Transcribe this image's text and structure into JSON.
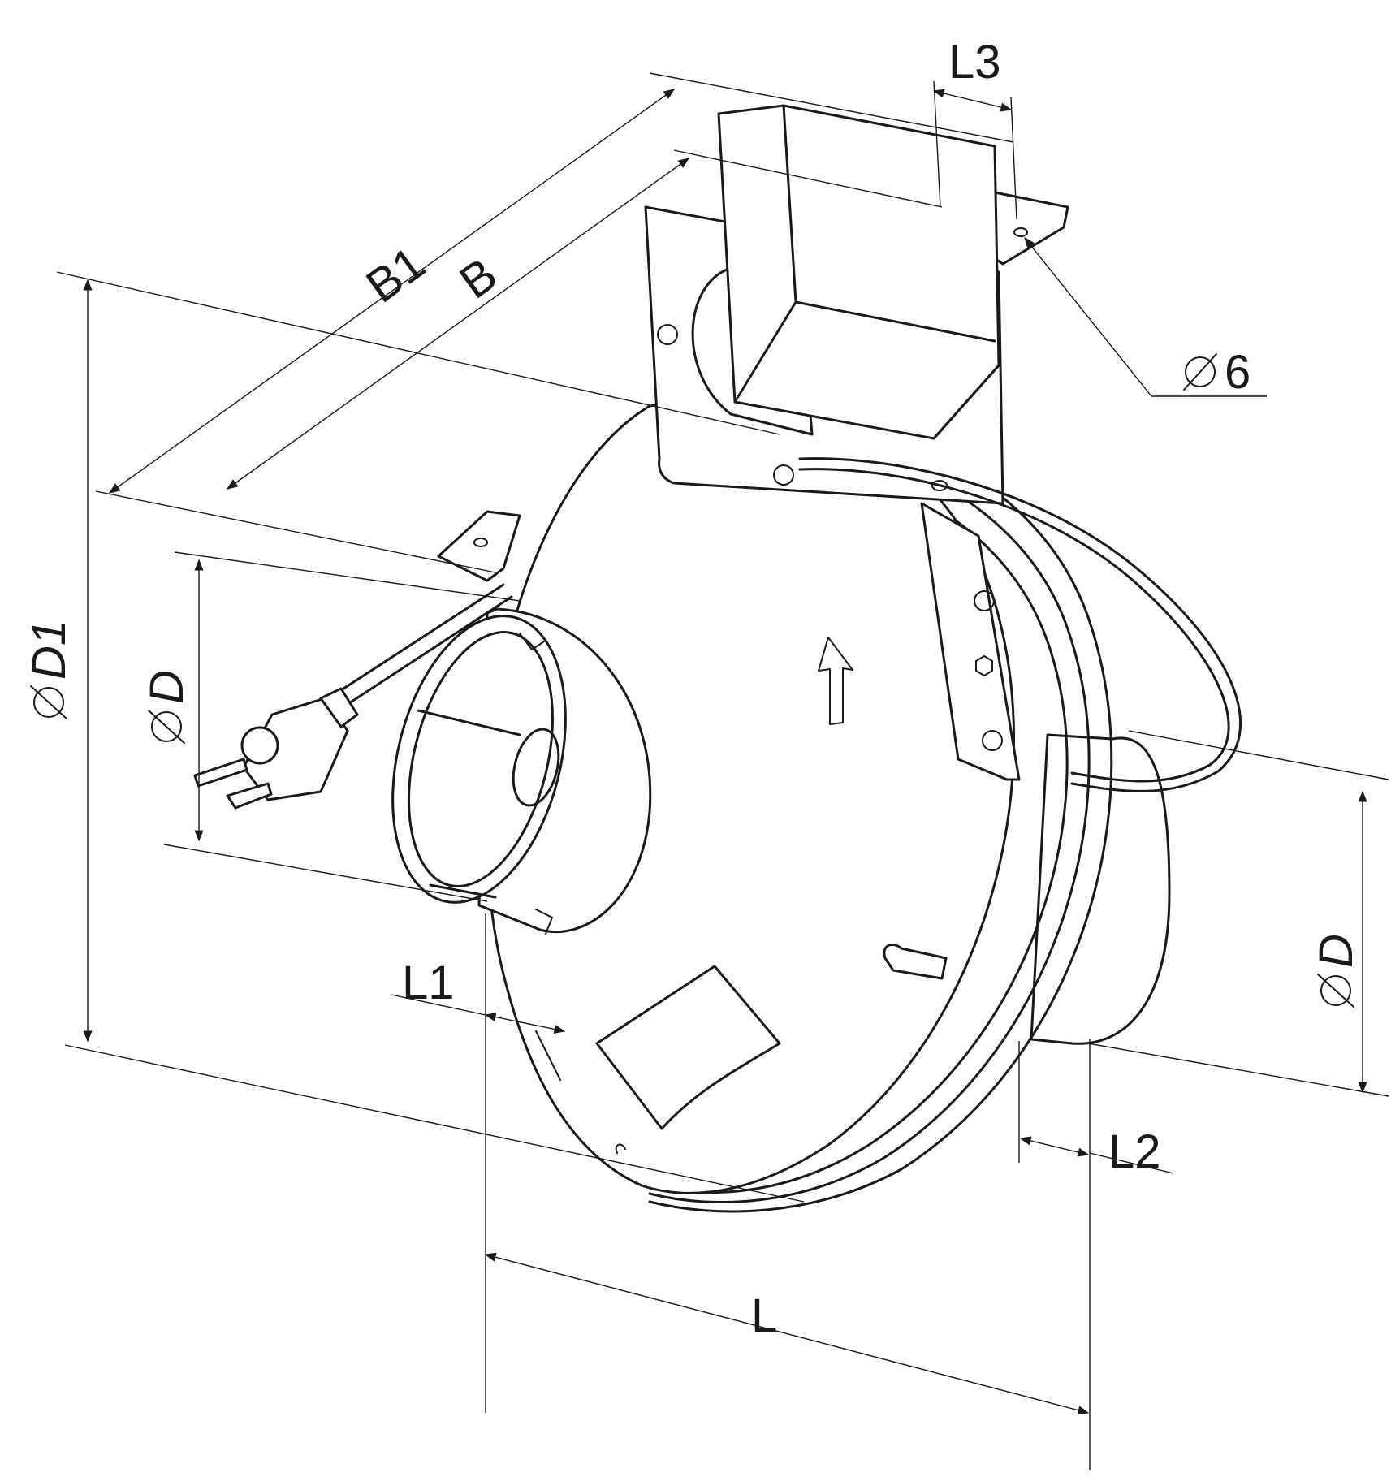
{
  "colors": {
    "line": "#1a1a1a",
    "background": "#ffffff"
  },
  "labels": {
    "L3": "L3",
    "B1": "B1",
    "B": "B",
    "D6": "6",
    "D1": "D1",
    "D_in": "D",
    "D_out": "D",
    "L1": "L1",
    "L2": "L2",
    "L": "L"
  }
}
